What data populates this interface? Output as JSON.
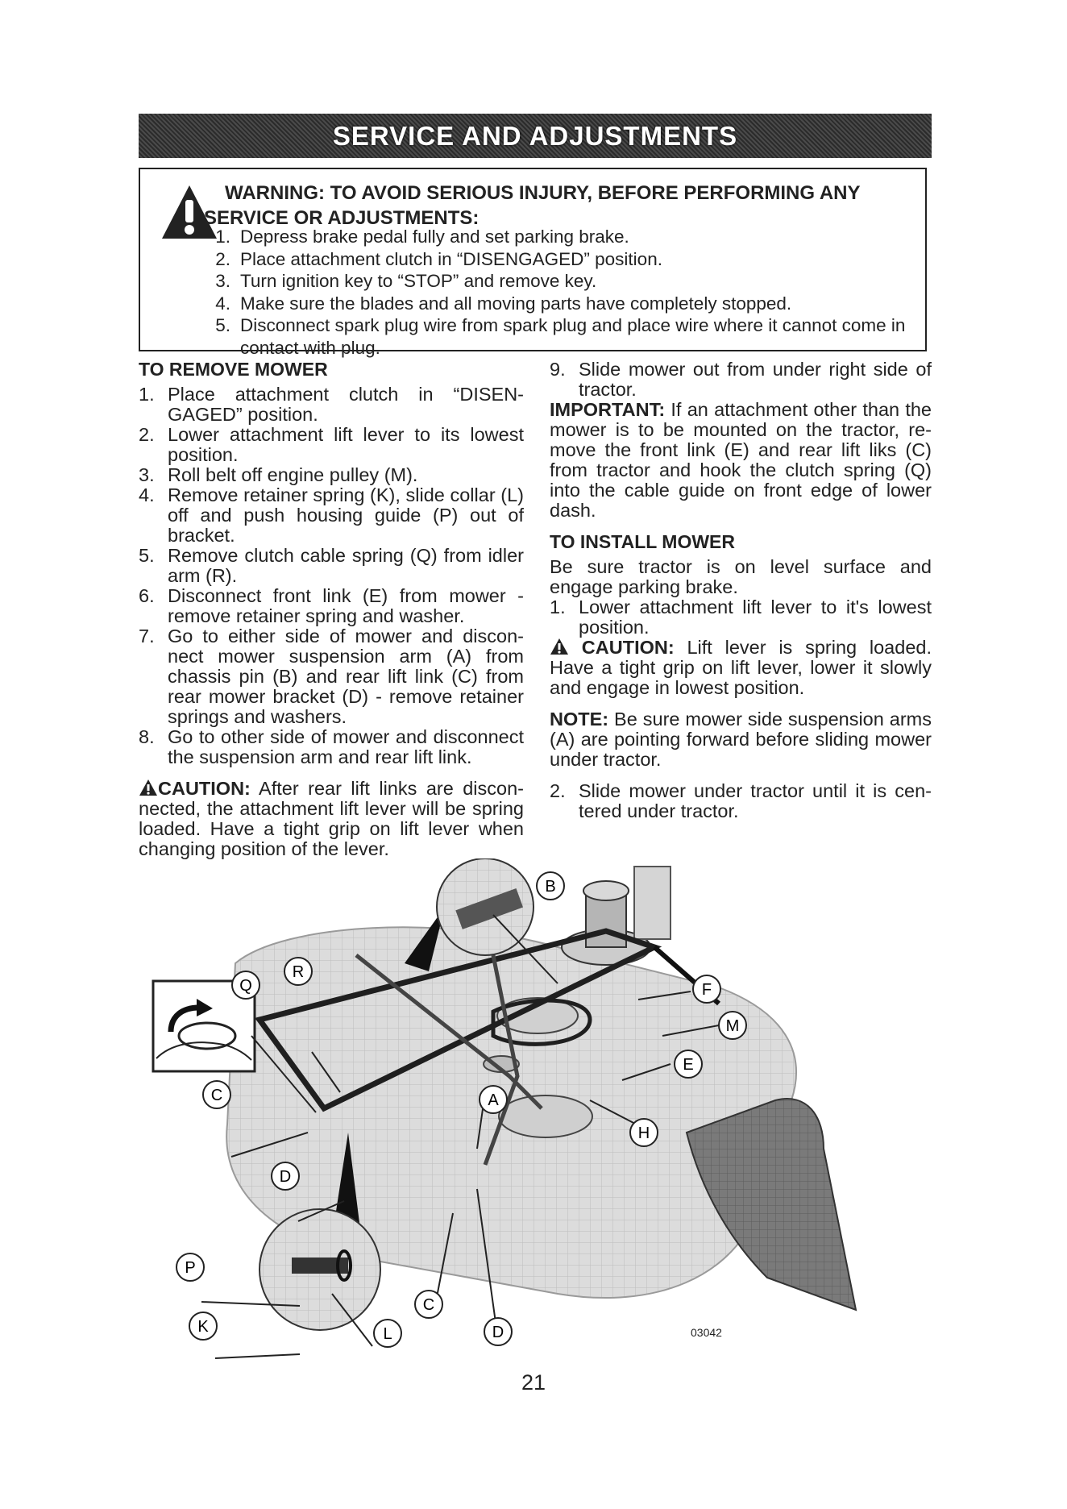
{
  "header": {
    "title": "SERVICE AND ADJUSTMENTS"
  },
  "warning": {
    "icon": "warning-triangle-icon",
    "title_line1": "WARNING:  TO AVOID SERIOUS INJURY, BEFORE PERFORMING ANY",
    "title_line2": "SERVICE OR ADJUSTMENTS:",
    "steps": [
      {
        "num": "1.",
        "text": "Depress brake pedal fully and set parking brake."
      },
      {
        "num": "2.",
        "text": "Place attachment clutch  in “DISENGAGED” position."
      },
      {
        "num": "3.",
        "text": "Turn ignition key to “STOP” and remove key."
      },
      {
        "num": "4.",
        "text": "Make sure the blades and all moving parts have completely stopped."
      },
      {
        "num": "5.",
        "text": "Disconnect spark plug wire from spark plug and place wire where it cannot come in contact with plug."
      }
    ]
  },
  "remove": {
    "heading": "TO REMOVE MOWER",
    "steps": [
      {
        "num": "1.",
        "text": "Place attachment clutch in “DISEN-GAGED” position."
      },
      {
        "num": "2.",
        "text": "Lower attachment lift lever to its lowest position."
      },
      {
        "num": "3.",
        "text": "Roll belt off engine pulley (M)."
      },
      {
        "num": "4.",
        "text": "Remove retainer spring (K), slide collar (L) off and push housing guide (P) out of bracket."
      },
      {
        "num": "5.",
        "text": "Remove clutch cable spring (Q) from idler arm (R)."
      },
      {
        "num": "6.",
        "text": "Disconnect front link (E) from mower - remove retainer spring and washer."
      },
      {
        "num": "7.",
        "text": "Go to either side of mower and discon-nect mower suspension arm (A) from chassis pin (B) and rear lift link (C) from rear mower bracket (D) - remove retainer springs and washers."
      },
      {
        "num": "8.",
        "text": "Go to other side of mower and disconnect the suspension arm and rear lift link."
      }
    ],
    "caution_label": "CAUTION:",
    "caution_text": " After rear lift links are discon-nected, the attachment lift lever will be spring loaded. Have a tight grip on lift lever when changing position of the lever."
  },
  "right": {
    "step9_num": "9.",
    "step9_text": "Slide mower out from under right side of tractor.",
    "important_label": "IMPORTANT:",
    "important_text": " If an attachment other than the mower is to be mounted on the tractor, re-move the front link (E) and rear lift liks (C) from tractor and hook the clutch spring (Q) into the cable guide on front edge of lower dash.",
    "install_heading": "TO INSTALL MOWER",
    "install_intro": "Be sure tractor is on level surface and engage parking brake.",
    "install_step1_num": "1.",
    "install_step1_text": "Lower attachment lift lever to it's lowest position.",
    "caution_label": "CAUTION:",
    "caution_text": " Lift lever is spring loaded. Have a tight grip on lift lever, lower it slowly and engage in lowest position.",
    "note_label": "NOTE:",
    "note_text": " Be sure mower side suspension arms (A) are pointing forward before sliding mower under tractor.",
    "install_step2_num": "2.",
    "install_step2_text": "Slide mower under tractor until it is cen-tered under tractor."
  },
  "diagram": {
    "labels": {
      "B": "B",
      "F": "F",
      "M": "M",
      "E": "E",
      "H": "H",
      "A": "A",
      "Q": "Q",
      "R": "R",
      "C": "C",
      "D": "D",
      "P": "P",
      "K": "K",
      "L": "L",
      "C2": "C",
      "D2": "D"
    },
    "figure_code": "03042"
  },
  "page_number": "21"
}
